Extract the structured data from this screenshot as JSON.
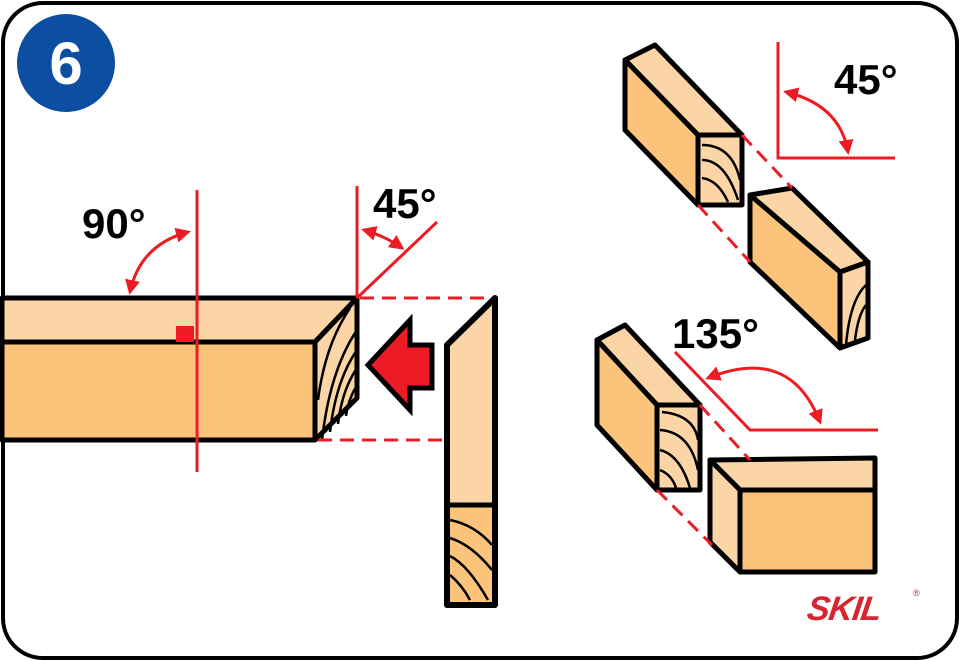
{
  "step": {
    "number": "6"
  },
  "angles": {
    "left_square": "90°",
    "left_miter": "45°",
    "top_right": "45°",
    "bottom_right": "135°"
  },
  "brand": {
    "name": "SKIL",
    "mark": "®"
  },
  "colors": {
    "wood_light": "#FCD5A6",
    "wood_dark": "#FBC47A",
    "accent_red": "#ED1C24",
    "badge_blue": "#0B4EA2"
  }
}
